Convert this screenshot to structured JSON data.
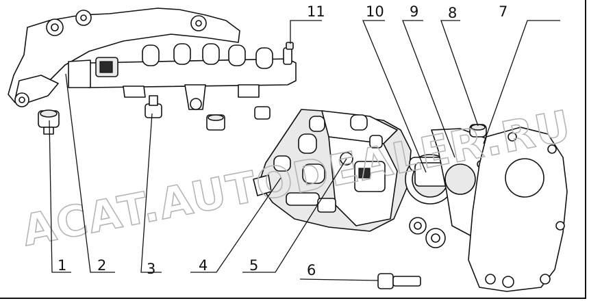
{
  "watermark": "ACAT.AUTODEALER.RU",
  "callouts": [
    "1",
    "2",
    "3",
    "4",
    "5",
    "6",
    "7",
    "8",
    "9",
    "10",
    "11"
  ],
  "colors": {
    "line": "#111111",
    "watermark": "#b5b5b5",
    "background": "#ffffff"
  }
}
